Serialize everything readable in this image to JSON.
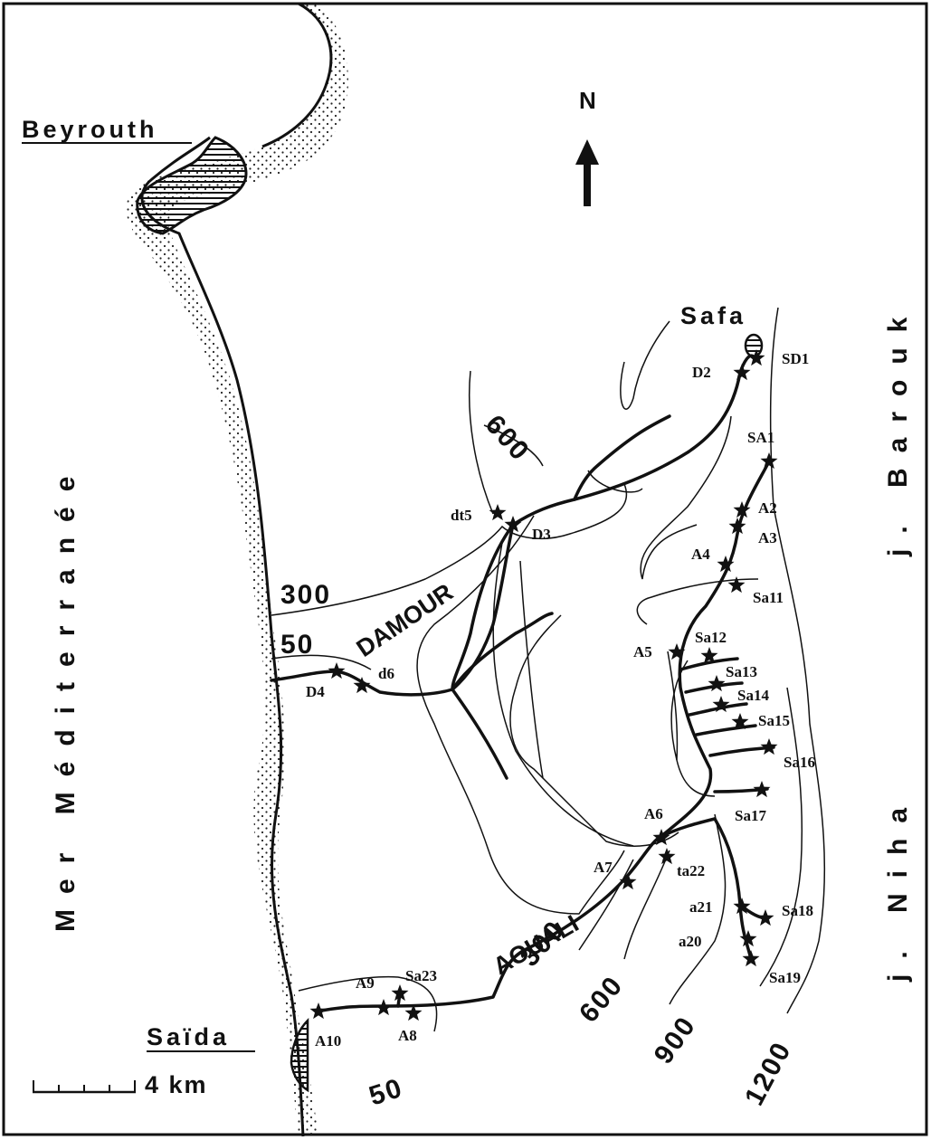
{
  "sea_label": "Mer Méditerranée",
  "north_label": "N",
  "cities": {
    "beyrouth": "Beyrouth",
    "saida": "Saïda",
    "safa": "Safa"
  },
  "mountains": {
    "barouk": "j. Barouk",
    "niha": "j. Niha"
  },
  "rivers": {
    "damour": "DAMOUR",
    "aouali": "AOUALI"
  },
  "scale": {
    "label": "4 km",
    "km": 4
  },
  "contours": {
    "c300_north": "300",
    "c50_north": "50",
    "c600_north": "600",
    "c300_south": "300",
    "c600_south": "600",
    "c900": "900",
    "c1200": "1200",
    "c50_south": "50"
  },
  "stations": [
    {
      "id": "sd1",
      "label": "SD1"
    },
    {
      "id": "d2",
      "label": "D2"
    },
    {
      "id": "sa1",
      "label": "SA1"
    },
    {
      "id": "dt5",
      "label": "dt5"
    },
    {
      "id": "d3",
      "label": "D3"
    },
    {
      "id": "a2",
      "label": "A2"
    },
    {
      "id": "a3",
      "label": "A3"
    },
    {
      "id": "a4",
      "label": "A4"
    },
    {
      "id": "sa11",
      "label": "Sa11"
    },
    {
      "id": "a5",
      "label": "A5"
    },
    {
      "id": "sa12",
      "label": "Sa12"
    },
    {
      "id": "sa13",
      "label": "Sa13"
    },
    {
      "id": "sa14",
      "label": "Sa14"
    },
    {
      "id": "sa15",
      "label": "Sa15"
    },
    {
      "id": "sa16",
      "label": "Sa16"
    },
    {
      "id": "sa17",
      "label": "Sa17"
    },
    {
      "id": "d4",
      "label": "D4"
    },
    {
      "id": "d6",
      "label": "d6"
    },
    {
      "id": "a6",
      "label": "A6"
    },
    {
      "id": "ta22",
      "label": "ta22"
    },
    {
      "id": "a7",
      "label": "A7"
    },
    {
      "id": "a21",
      "label": "a21"
    },
    {
      "id": "sa18",
      "label": "Sa18"
    },
    {
      "id": "a20",
      "label": "a20"
    },
    {
      "id": "sa19",
      "label": "Sa19"
    },
    {
      "id": "a9",
      "label": "A9"
    },
    {
      "id": "sa23",
      "label": "Sa23"
    },
    {
      "id": "a10",
      "label": "A10"
    },
    {
      "id": "a8",
      "label": "A8"
    }
  ],
  "colors": {
    "ink": "#111111",
    "paper": "#ffffff"
  }
}
